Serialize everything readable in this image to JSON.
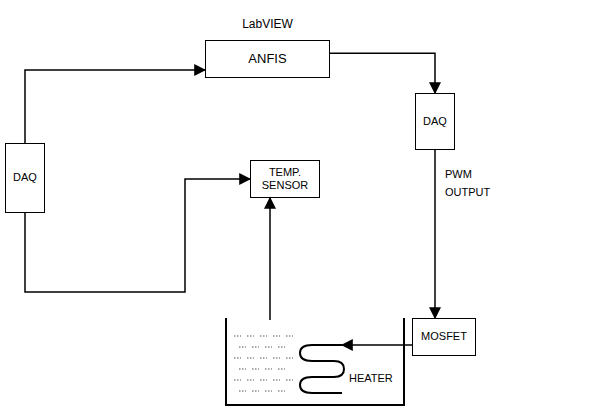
{
  "diagram": {
    "nodes": [
      {
        "text": [
          "LabVIEW",
          "ANFIS"
        ]
      },
      {
        "text": [
          "DAQ"
        ]
      },
      {
        "text": [
          "DAQ"
        ]
      },
      {
        "text": [
          "TEMP. SENSOR"
        ]
      },
      {
        "text": [
          "MOSFET"
        ]
      },
      {
        "text": [
          "HEATER"
        ]
      }
    ],
    "edges": [
      {
        "from": 0,
        "to": 1,
        "arrow": "to"
      },
      {
        "from": 2,
        "to": 0,
        "arrow": "to"
      },
      {
        "from": 1,
        "to": 4,
        "arrow": "to",
        "label": "PWM OUTPUT"
      },
      {
        "from": 2,
        "to": 3,
        "arrow": "to"
      },
      {
        "from": 5,
        "to": 3,
        "arrow": "to"
      },
      {
        "from": 4,
        "to": 5,
        "arrow": "to"
      }
    ]
  }
}
